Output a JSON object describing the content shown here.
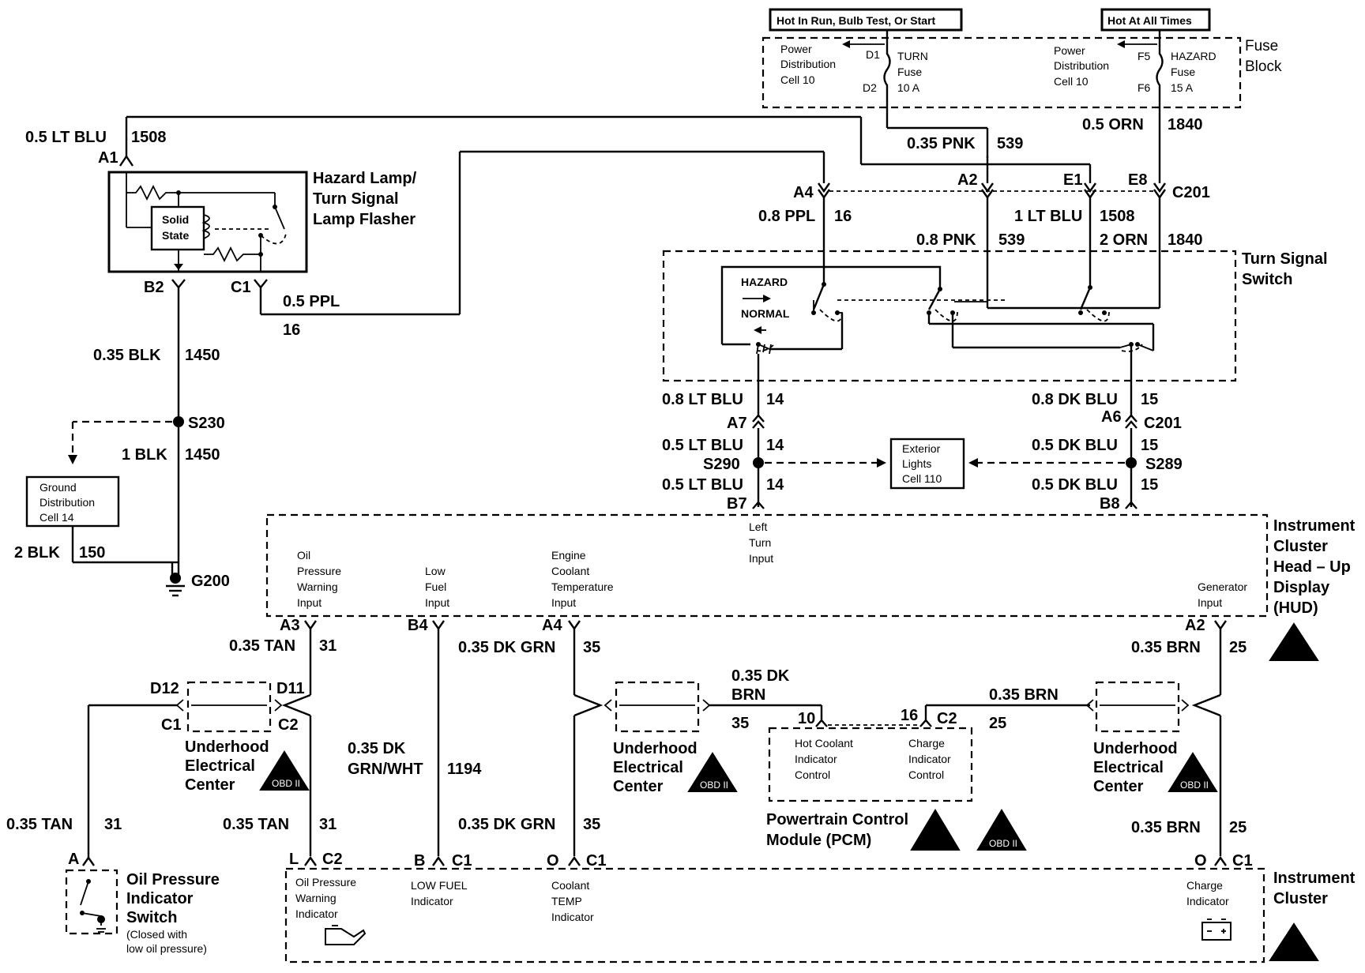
{
  "fuse_block": {
    "label": [
      "Fuse",
      "Block"
    ],
    "hot_run": "Hot In Run, Bulb Test, Or Start",
    "hot_all": "Hot At All Times",
    "pd_left": [
      "Power",
      "Distribution",
      "Cell 10"
    ],
    "pd_right": [
      "Power",
      "Distribution",
      "Cell 10"
    ],
    "turn_fuse": [
      "TURN",
      "Fuse",
      "10 A"
    ],
    "hazard_fuse": [
      "HAZARD",
      "Fuse",
      "15 A"
    ],
    "pins": {
      "d1": "D1",
      "d2": "D2",
      "f5": "F5",
      "f6": "F6"
    }
  },
  "flasher": {
    "label": [
      "Hazard Lamp/",
      "Turn Signal",
      "Lamp Flasher"
    ],
    "solid_state": [
      "Solid",
      "State"
    ],
    "pins": {
      "a1": "A1",
      "b2": "B2",
      "c1": "C1"
    }
  },
  "turn_switch": {
    "label": [
      "Turn Signal",
      "Switch"
    ],
    "hazard": "HAZARD",
    "normal": "NORMAL"
  },
  "c201": {
    "name": "C201",
    "top_pins": {
      "a4": "A4",
      "a2": "A2",
      "e1": "E1",
      "e8": "E8"
    },
    "bottom_pins": {
      "a7": "A7",
      "a6": "A6"
    }
  },
  "wires": {
    "lt_blu_1508": {
      "gauge": "0.5 LT BLU",
      "circuit": "1508"
    },
    "orn_1840": {
      "gauge": "0.5 ORN",
      "circuit": "1840"
    },
    "pnk_539": {
      "gauge": "0.35 PNK",
      "circuit": "539"
    },
    "ppl_16_upper": {
      "gauge": "0.8 PPL",
      "circuit": "16"
    },
    "lt_blu_1508_b": {
      "gauge": "1 LT BLU",
      "circuit": "1508"
    },
    "pnk_539_b": {
      "gauge": "0.8 PNK",
      "circuit": "539"
    },
    "orn_1840_b": {
      "gauge": "2 ORN",
      "circuit": "1840"
    },
    "ppl_16_lower": {
      "gauge": "0.5 PPL",
      "circuit": "16"
    },
    "blk_1450_a": {
      "gauge": "0.35 BLK",
      "circuit": "1450"
    },
    "blk_1450_b": {
      "gauge": "1 BLK",
      "circuit": "1450"
    },
    "blk_150": {
      "gauge": "2 BLK",
      "circuit": "150"
    },
    "lt_blu_14_a": {
      "gauge": "0.8 LT BLU",
      "circuit": "14"
    },
    "dk_blu_15_a": {
      "gauge": "0.8 DK BLU",
      "circuit": "15"
    },
    "lt_blu_14_b": {
      "gauge": "0.5 LT BLU",
      "circuit": "14"
    },
    "dk_blu_15_b": {
      "gauge": "0.5 DK BLU",
      "circuit": "15"
    },
    "lt_blu_14_c": {
      "gauge": "0.5 LT BLU",
      "circuit": "14"
    },
    "dk_blu_15_c": {
      "gauge": "0.5 DK BLU",
      "circuit": "15"
    },
    "tan_31_a": {
      "gauge": "0.35 TAN",
      "circuit": "31"
    },
    "tan_31_b": {
      "gauge": "0.35 TAN",
      "circuit": "31"
    },
    "tan_31_c": {
      "gauge": "0.35 TAN",
      "circuit": "31"
    },
    "dkgrnwht_1194": {
      "gauge": [
        "0.35 DK",
        "GRN/WHT"
      ],
      "circuit": "1194"
    },
    "dkgrn_35_a": {
      "gauge": "0.35 DK GRN",
      "circuit": "35"
    },
    "dkgrn_35_b": {
      "gauge": [
        "0.35 DK",
        "BRN"
      ],
      "circuit": "35"
    },
    "dkgrn_35_c": {
      "gauge": "0.35 DK GRN",
      "circuit": "35"
    },
    "brn_25_a": {
      "gauge": "0.35 BRN",
      "circuit": "25"
    },
    "brn_25_b": {
      "gauge": "0.35 BRN",
      "circuit": "25"
    },
    "brn_25_c": {
      "gauge": "0.35 BRN",
      "circuit": "25"
    }
  },
  "splices": {
    "s230": "S230",
    "s290": "S290",
    "s289": "S289",
    "g200": "G200"
  },
  "ground_dist": [
    "Ground",
    "Distribution",
    "Cell 14"
  ],
  "exterior_lights": [
    "Exterior",
    "Lights",
    "Cell 110"
  ],
  "hud": {
    "label": [
      "Instrument",
      "Cluster",
      "Head – Up",
      "Display",
      "(HUD)"
    ],
    "oil_input": [
      "Oil",
      "Pressure",
      "Warning",
      "Input"
    ],
    "fuel_input": [
      "Low",
      "Fuel",
      "Input"
    ],
    "coolant_input": [
      "Engine",
      "Coolant",
      "Temperature",
      "Input"
    ],
    "left_turn_input": [
      "Left",
      "Turn",
      "Input"
    ],
    "generator_input": [
      "Generator",
      "Input"
    ],
    "pins": {
      "a3": "A3",
      "b4": "B4",
      "a4": "A4",
      "a2": "A2",
      "b7": "B7",
      "b8": "B8"
    }
  },
  "uec": {
    "label": [
      "Underhood",
      "Electrical",
      "Center"
    ],
    "obd": "OBD II",
    "pins": {
      "d12": "D12",
      "d11": "D11",
      "c1": "C1",
      "c2": "C2"
    }
  },
  "pcm": {
    "label": [
      "Powertrain Control",
      "Module (PCM)"
    ],
    "hot_coolant": [
      "Hot Coolant",
      "Indicator",
      "Control"
    ],
    "charge": [
      "Charge",
      "Indicator",
      "Control"
    ],
    "pins": {
      "p10": "10",
      "p16": "16",
      "c2": "C2"
    }
  },
  "oil_switch": {
    "label": [
      "Oil Pressure",
      "Indicator",
      "Switch"
    ],
    "note": [
      "(Closed with",
      "low oil pressure)"
    ],
    "pin": "A"
  },
  "cluster": {
    "label": [
      "Instrument",
      "Cluster"
    ],
    "oil_ind": [
      "Oil Pressure",
      "Warning",
      "Indicator"
    ],
    "fuel_ind": [
      "LOW FUEL",
      "Indicator"
    ],
    "coolant_ind": [
      "Coolant",
      "TEMP",
      "Indicator"
    ],
    "charge_ind": [
      "Charge",
      "Indicator"
    ],
    "pins": {
      "l": "L",
      "c2": "C2",
      "b": "B",
      "c1": "C1",
      "o": "O"
    }
  }
}
